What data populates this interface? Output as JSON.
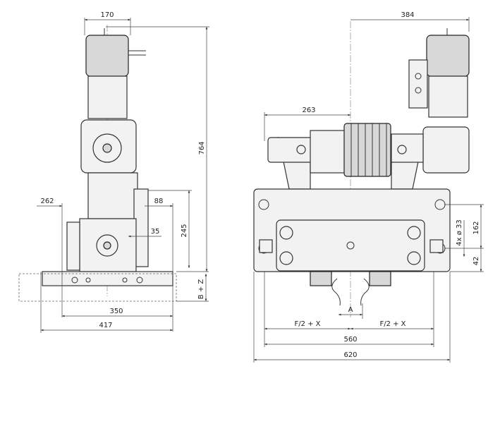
{
  "side_view": {
    "dims": {
      "top_width": "170",
      "total_height": "764",
      "left_offset": "262",
      "right_offset": "88",
      "shaft_offset": "35",
      "housing_height": "245",
      "base_variable": "B + Z",
      "inner_width": "350",
      "outer_width": "417"
    }
  },
  "front_view": {
    "dims": {
      "motor_offset": "384",
      "arm_offset": "263",
      "holes": "4x ø 33",
      "hole_spacing": "162",
      "hole_edge": "42",
      "center_offset": "A",
      "half_left": "F/2 + X",
      "half_right": "F/2 + X",
      "inner_width": "560",
      "outer_width": "620"
    }
  }
}
